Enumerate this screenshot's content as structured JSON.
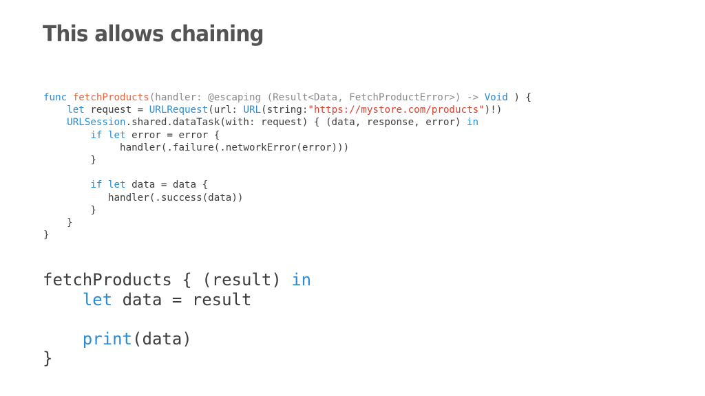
{
  "slide": {
    "title": "This allows chaining"
  },
  "code_definition": [
    [
      [
        "kw",
        "func"
      ],
      [
        "plain",
        " "
      ],
      [
        "fn",
        "fetchProducts"
      ],
      [
        "param",
        "(handler: @escaping (Result<Data, FetchProductError>) -> "
      ],
      [
        "ty",
        "Void"
      ],
      [
        "plain",
        " ) {"
      ]
    ],
    [
      [
        "plain",
        "    "
      ],
      [
        "kw",
        "let"
      ],
      [
        "plain",
        " request = "
      ],
      [
        "ty",
        "URLRequest"
      ],
      [
        "plain",
        "(url: "
      ],
      [
        "ty",
        "URL"
      ],
      [
        "plain",
        "(string:"
      ],
      [
        "str",
        "\"https://mystore.com/products\""
      ],
      [
        "plain",
        ")!)"
      ]
    ],
    [
      [
        "plain",
        "    "
      ],
      [
        "ty",
        "URLSession"
      ],
      [
        "plain",
        ".shared.dataTask(with: request) { (data, response, error) "
      ],
      [
        "kw",
        "in"
      ]
    ],
    [
      [
        "plain",
        "        "
      ],
      [
        "kw",
        "if let"
      ],
      [
        "plain",
        " error = error {"
      ]
    ],
    [
      [
        "plain",
        "             handler(.failure(.networkError(error)))"
      ]
    ],
    [
      [
        "plain",
        "        }"
      ]
    ],
    [
      [
        "plain",
        ""
      ]
    ],
    [
      [
        "plain",
        "        "
      ],
      [
        "kw",
        "if let"
      ],
      [
        "plain",
        " data = data {"
      ]
    ],
    [
      [
        "plain",
        "           handler(.success(data))"
      ]
    ],
    [
      [
        "plain",
        "        }"
      ]
    ],
    [
      [
        "plain",
        "    }"
      ]
    ],
    [
      [
        "plain",
        "}"
      ]
    ]
  ],
  "code_usage": [
    [
      [
        "plain",
        "fetchProducts { (result) "
      ],
      [
        "kw",
        "in"
      ]
    ],
    [
      [
        "plain",
        "    "
      ],
      [
        "kw",
        "let"
      ],
      [
        "plain",
        " data = result"
      ]
    ],
    [
      [
        "plain",
        ""
      ]
    ],
    [
      [
        "plain",
        "    "
      ],
      [
        "kw",
        "print"
      ],
      [
        "plain",
        "(data)"
      ]
    ],
    [
      [
        "plain",
        "}"
      ]
    ]
  ],
  "colors": {
    "keyword": "#2b8cd3",
    "function_name": "#e8643c",
    "string": "#d9402b",
    "text": "#3d3d3d",
    "title": "#545454"
  }
}
